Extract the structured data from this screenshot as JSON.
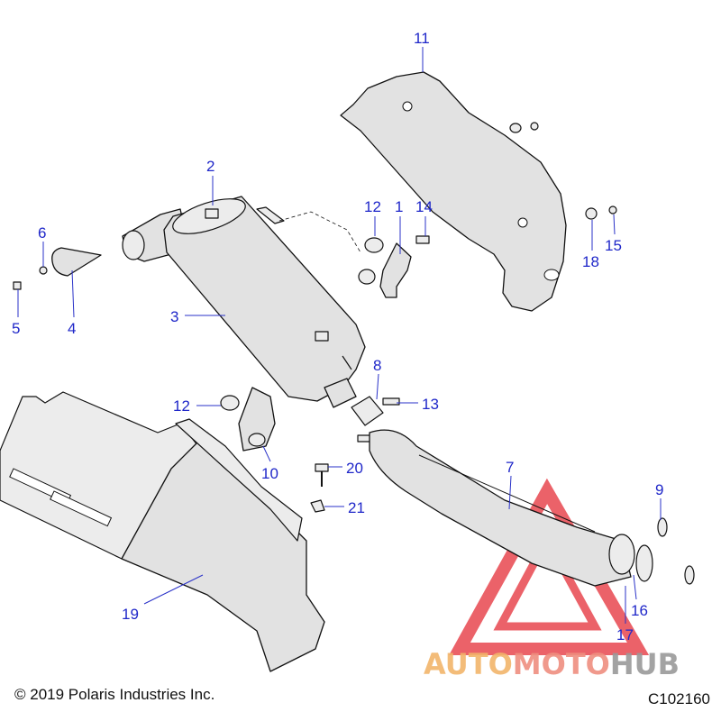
{
  "callouts": {
    "c1": "1",
    "c2": "2",
    "c3": "3",
    "c4": "4",
    "c5": "5",
    "c6": "6",
    "c7": "7",
    "c8": "8",
    "c9": "9",
    "c10": "10",
    "c11": "11",
    "c12a": "12",
    "c12b": "12",
    "c13": "13",
    "c14": "14",
    "c15": "15",
    "c16": "16",
    "c17": "17",
    "c18": "18",
    "c19": "19",
    "c20": "20",
    "c21": "21"
  },
  "footer": {
    "copyright": "© 2019 Polaris Industries Inc.",
    "figure_code": "C102160"
  },
  "watermark": {
    "text": "AUTOMOTOHUB",
    "colors": {
      "auto": "#f2b56b",
      "moto": "#ef8f80",
      "hub": "#9a9a9a",
      "triangle": "#e8474f"
    }
  },
  "colors": {
    "callout": "#1f27c9",
    "part_fill": "#e2e2e2",
    "line": "#111111"
  }
}
